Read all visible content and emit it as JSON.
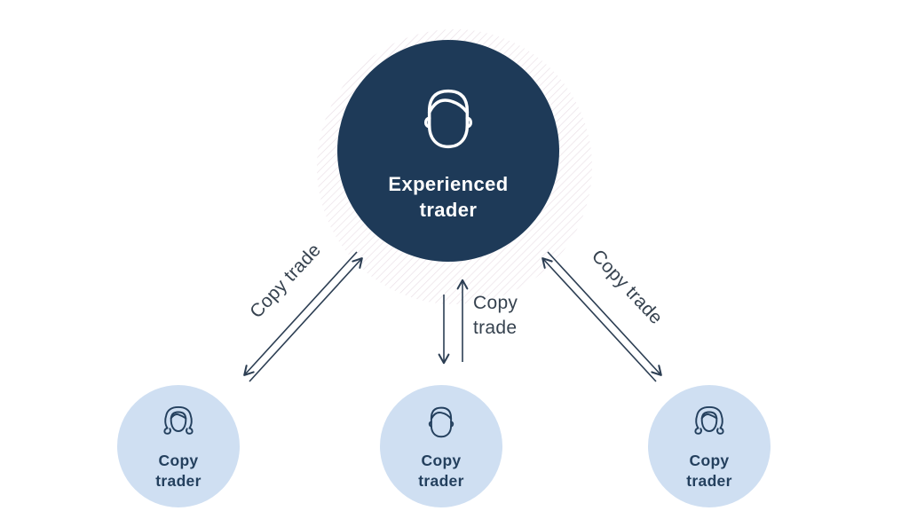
{
  "diagram": {
    "type": "copy-trading-diagram",
    "colors": {
      "background": "#ffffff",
      "main_node_fill": "#1e3a58",
      "main_node_text": "#ffffff",
      "follower_node_fill": "#cfdff2",
      "follower_node_text": "#24405e",
      "arrow": "#2c3e53",
      "edge_label_text": "#36424f",
      "hatch_pattern": "#eadfe6"
    },
    "main_node": {
      "label": "Experienced trader",
      "icon": "male-face-icon"
    },
    "follower_nodes": [
      {
        "label": "Copy trader",
        "icon": "female-face-icon"
      },
      {
        "label": "Copy trader",
        "icon": "male-face-icon"
      },
      {
        "label": "Copy trader",
        "icon": "female-face-icon"
      }
    ],
    "edges": [
      {
        "label": "Copy trade",
        "from": "Experienced trader",
        "to": "Copy trader",
        "direction": "bidirectional"
      },
      {
        "label": "Copy trade",
        "from": "Experienced trader",
        "to": "Copy trader",
        "direction": "bidirectional"
      },
      {
        "label": "Copy trade",
        "from": "Experienced trader",
        "to": "Copy trader",
        "direction": "bidirectional"
      }
    ]
  }
}
